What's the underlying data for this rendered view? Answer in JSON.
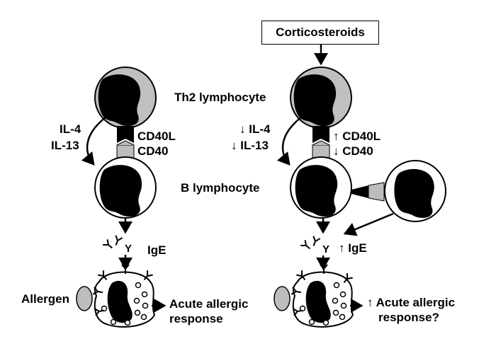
{
  "labels": {
    "corticosteroids": "Corticosteroids",
    "th2_lymphocyte": "Th2 lymphocyte",
    "b_lymphocyte": "B lymphocyte",
    "il4_left": "IL-4",
    "il13_left": "IL-13",
    "cd40l_left": "CD40L",
    "cd40_left": "CD40",
    "il4_right": "↓  IL-4",
    "il13_right": "↓  IL-13",
    "cd40l_right": "↑ CD40L",
    "cd40_right": "↓ CD40",
    "ige_left": "IgE",
    "ige_right": "↑ IgE",
    "allergen": "Allergen",
    "acute_left_1": "Acute allergic",
    "acute_left_2": "response",
    "acute_right_1": "↑ Acute allergic",
    "acute_right_2": "response?"
  },
  "colors": {
    "th2_fill": "#c0c0c0",
    "nucleus": "#000000",
    "cd40_fill": "#bdbdbd",
    "allergen_fill": "#bdbdbd",
    "line": "#000000"
  }
}
